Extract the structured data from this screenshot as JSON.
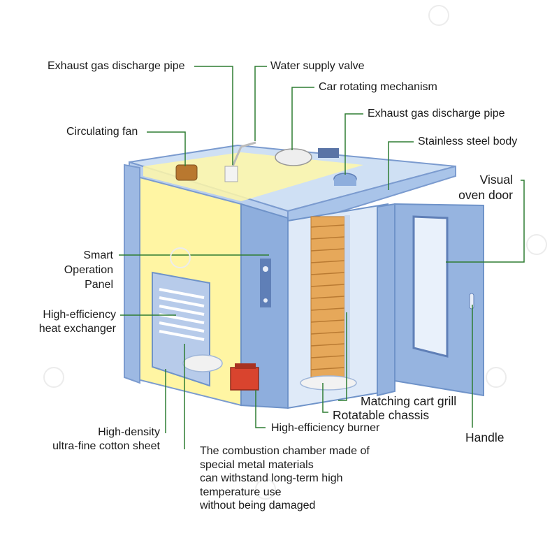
{
  "labels": {
    "exhaust_pipe_left": "Exhaust gas discharge pipe",
    "water_supply_valve": "Water supply valve",
    "car_rotating_mechanism": "Car rotating mechanism",
    "exhaust_pipe_right": "Exhaust gas discharge pipe",
    "circulating_fan": "Circulating fan",
    "stainless_steel_body": "Stainless steel body",
    "visual_oven_door": [
      "Visual",
      "oven door"
    ],
    "smart_operation_panel": [
      "Smart",
      "Operation",
      "Panel"
    ],
    "heat_exchanger": [
      "High-efficiency",
      "heat exchanger"
    ],
    "matching_cart_grill": "Matching cart grill",
    "rotatable_chassis": "Rotatable chassis",
    "high_efficiency_burner": "High-efficiency burner",
    "handle": "Handle",
    "cotton_sheet": [
      "High-density",
      "ultra-fine cotton sheet"
    ],
    "combustion_chamber": [
      "The combustion chamber made of",
      "special metal materials",
      "can withstand long-term high",
      "temperature use",
      "without being damaged"
    ]
  },
  "colors": {
    "leader_line": "#2e7d32",
    "body_blue": "#8fb3e0",
    "body_blue_dark": "#6f93c9",
    "interior_yellow": "#fff7a8",
    "tray_orange": "#e3a352",
    "burner_red": "#d9442e"
  }
}
